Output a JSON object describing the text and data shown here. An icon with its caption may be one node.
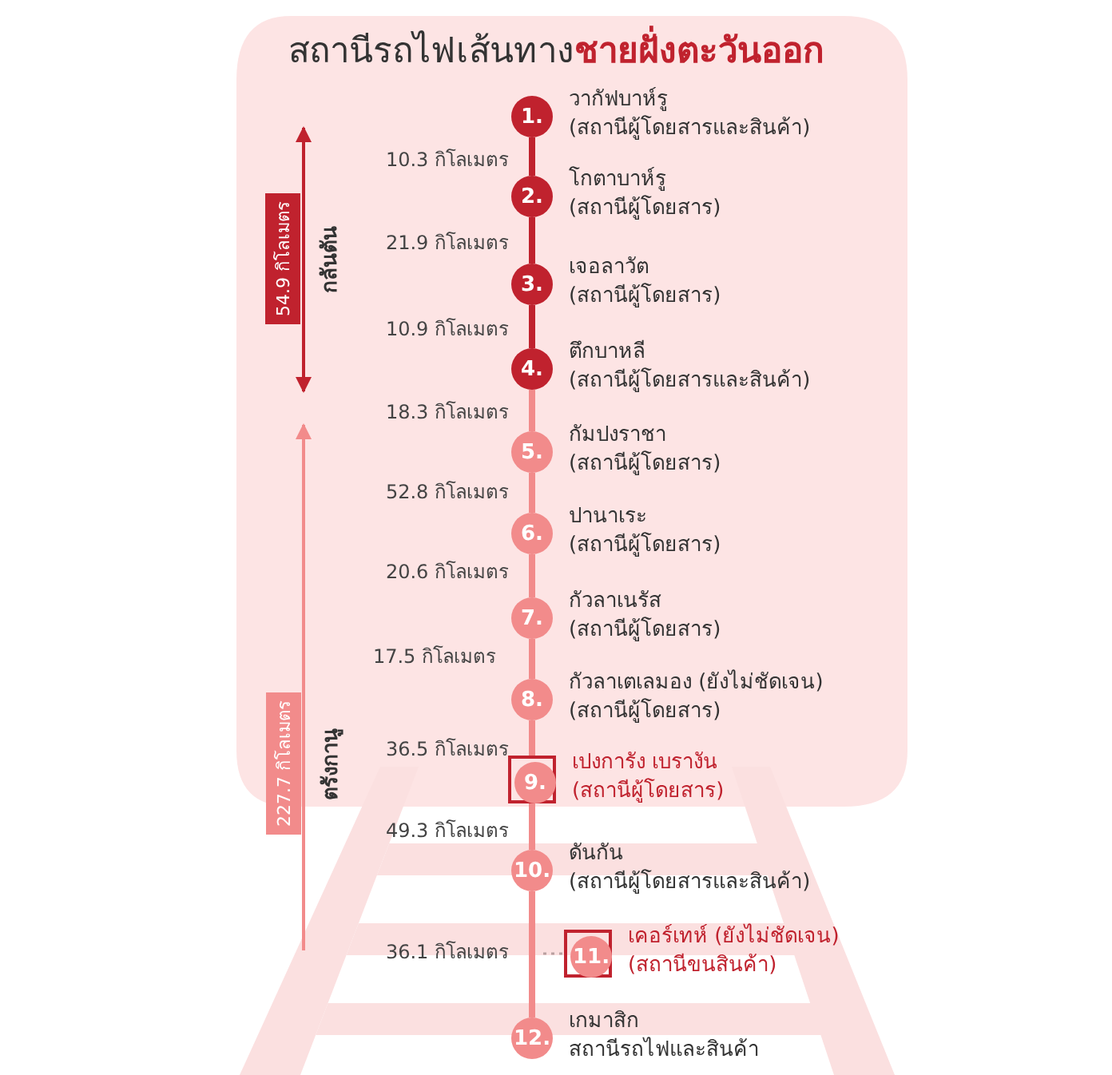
{
  "diagram": {
    "title": "สถานีรถไฟเส้นทาง**ชายฝั่งตะวันออก**",
    "nodes": [
      {
        "text": [
          "1."
        ],
        "beside": [
          "วากัฟบาห์รู",
          "(สถานีผู้โดยสารและสินค้า)"
        ]
      },
      {
        "text": [
          "2."
        ],
        "beside": [
          "โกตาบาห์รู",
          "(สถานีผู้โดยสาร)"
        ]
      },
      {
        "text": [
          "3."
        ],
        "beside": [
          "เจอลาวัต",
          "(สถานีผู้โดยสาร)"
        ]
      },
      {
        "text": [
          "4."
        ],
        "beside": [
          "ตึกบาหลี",
          "(สถานีผู้โดยสารและสินค้า)"
        ]
      },
      {
        "text": [
          "5."
        ],
        "beside": [
          "กัมปงราชา",
          "(สถานีผู้โดยสาร)"
        ]
      },
      {
        "text": [
          "6."
        ],
        "beside": [
          "ปานาเระ",
          "(สถานีผู้โดยสาร)"
        ]
      },
      {
        "text": [
          "7."
        ],
        "beside": [
          "กัวลาเนรัส",
          "(สถานีผู้โดยสาร)"
        ]
      },
      {
        "text": [
          "8."
        ],
        "beside": [
          "กัวลาเตเลมอง (ยังไม่ชัดเจน)",
          "(สถานีผู้โดยสาร)"
        ]
      },
      {
        "text": [
          "9."
        ],
        "beside": [
          "เปงการัง เบรางัน",
          "(สถานีผู้โดยสาร)"
        ]
      },
      {
        "text": [
          "10."
        ],
        "beside": [
          "ดันกัน",
          "(สถานีผู้โดยสารและสินค้า)"
        ]
      },
      {
        "text": [
          "11."
        ],
        "beside": [
          "เคอร์เทห์ (ยังไม่ชัดเจน)",
          "(สถานีขนสินค้า)"
        ]
      },
      {
        "text": [
          "12."
        ],
        "beside": [
          "เกมาสิก",
          "สถานีรถไฟและสินค้า"
        ]
      }
    ],
    "edges": [
      {
        "from": 0,
        "to": 1,
        "arrow": "none",
        "label": "10.3 กิโลเมตร",
        "color": "#c0222e"
      },
      {
        "from": 1,
        "to": 2,
        "arrow": "none",
        "label": "21.9 กิโลเมตร",
        "color": "#c0222e"
      },
      {
        "from": 2,
        "to": 3,
        "arrow": "none",
        "label": "10.9 กิโลเมตร",
        "color": "#c0222e"
      },
      {
        "from": 3,
        "to": 4,
        "arrow": "none",
        "label": "18.3 กิโลเมตร"
      },
      {
        "from": 4,
        "to": 5,
        "arrow": "none",
        "label": "52.8 กิโลเมตร"
      },
      {
        "from": 5,
        "to": 6,
        "arrow": "none",
        "label": "20.6 กิโลเมตร"
      },
      {
        "from": 6,
        "to": 7,
        "arrow": "none",
        "label": "17.5 กิโลเมตร"
      },
      {
        "from": 7,
        "to": 8,
        "arrow": "none",
        "label": "36.5 กิโลเมตร"
      },
      {
        "from": 8,
        "to": 9,
        "arrow": "none",
        "label": "49.3 กิโลเมตร"
      },
      {
        "from": 9,
        "to": 11,
        "arrow": "none",
        "label": "36.1 กิโลเมตร"
      },
      {
        "from": null,
        "to": 10,
        "arrow": "none",
        "style": "dashed"
      }
    ],
    "labels": [
      "54.9 กิโลเมตร",
      "กลันตัน",
      "227.7 กิโลเมตร",
      "ตรังกานู"
    ]
  }
}
